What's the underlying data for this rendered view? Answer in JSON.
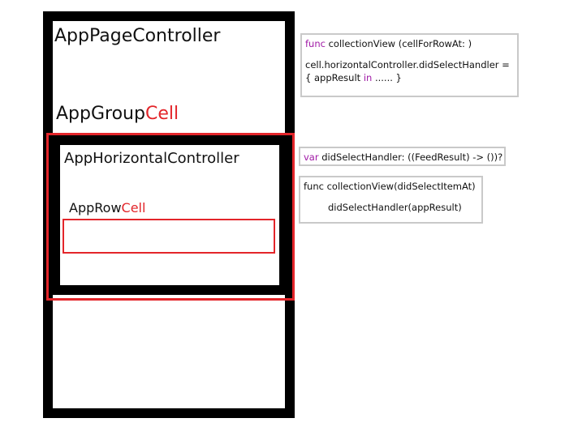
{
  "diagram": {
    "page_controller": {
      "label": "AppPageController"
    },
    "group_cell": {
      "label_prefix": "AppGroup",
      "label_suffix": "Cell"
    },
    "horizontal_controller": {
      "label": "AppHorizontalController"
    },
    "row_cell": {
      "label_prefix": "AppRow",
      "label_suffix": "Cell"
    }
  },
  "code_snippets": {
    "cell_for_row": {
      "keyword": "func",
      "signature": " collectionView (cellForRowAt: )",
      "assign_line": "cell.horizontalController.didSelectHandler =",
      "closure_open": "{ appResult ",
      "closure_keyword": "in",
      "closure_rest": " ...... }"
    },
    "handler_decl": {
      "keyword": "var",
      "text": " didSelectHandler: ((FeedResult) -> ())?"
    },
    "did_select": {
      "signature": "func collectionView(didSelectItemAt)",
      "body": "didSelectHandler(appResult)"
    }
  },
  "colors": {
    "frame": "#000000",
    "highlight_red": "#e3252a",
    "keyword_purple": "#a01aa6",
    "code_box_border": "#c9c9c9"
  }
}
